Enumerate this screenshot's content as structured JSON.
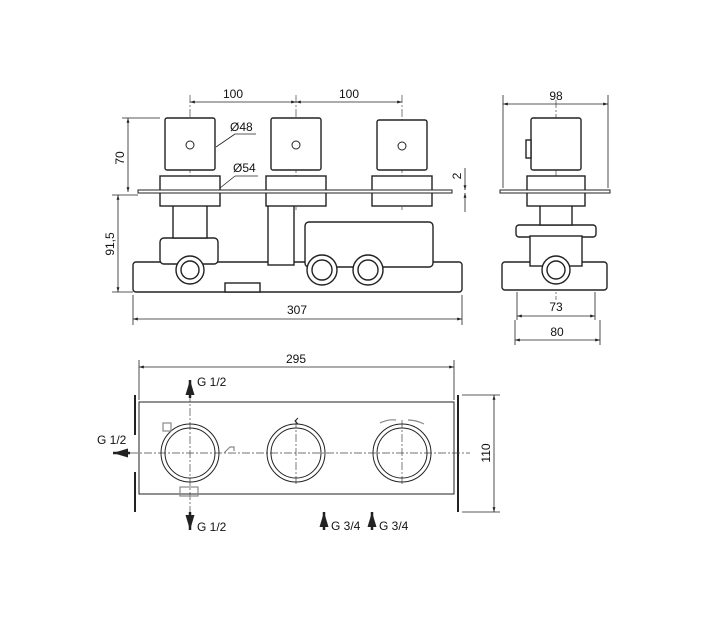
{
  "front_view": {
    "dim_spacing_left": "100",
    "dim_spacing_right": "100",
    "dim_handle_diameter": "Ø48",
    "dim_collar_diameter": "Ø54",
    "dim_handle_height": "70",
    "dim_body_depth": "91,5",
    "dim_plate_thickness": "2",
    "dim_total_width": "307"
  },
  "side_view": {
    "dim_plate_width": "98",
    "dim_mount_inner": "73",
    "dim_mount_outer": "80"
  },
  "bottom_view": {
    "dim_plate_width": "295",
    "dim_plate_height": "110",
    "outlet_top": "G 1/2",
    "outlet_left": "G 1/2",
    "outlet_bottom": "G 1/2",
    "inlet_1": "G 3/4",
    "inlet_2": "G 3/4"
  }
}
